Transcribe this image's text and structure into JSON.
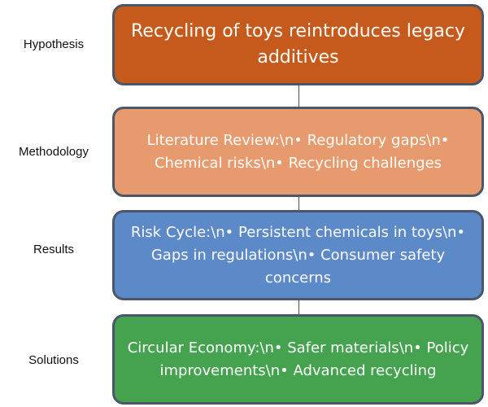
{
  "colors": {
    "hypothesis_fill": "#c65a1c",
    "methodology_fill": "#e79a6d",
    "results_fill": "#5c89c8",
    "solutions_fill": "#45a350",
    "box_border": "#4b5668",
    "connector": "#4d4d4d",
    "label_text": "#111111",
    "box_text": "#ffffff"
  },
  "stages": [
    {
      "label": "Hypothesis",
      "text": "Recycling of toys reintroduces legacy additives"
    },
    {
      "label": "Methodology",
      "text": "Literature Review:\\n• Regulatory gaps\\n• Chemical risks\\n• Recycling challenges"
    },
    {
      "label": "Results",
      "text": "Risk Cycle:\\n• Persistent chemicals in toys\\n• Gaps in regulations\\n• Consumer safety concerns"
    },
    {
      "label": "Solutions",
      "text": "Circular Economy:\\n• Safer materials\\n• Policy improvements\\n• Advanced recycling"
    }
  ]
}
